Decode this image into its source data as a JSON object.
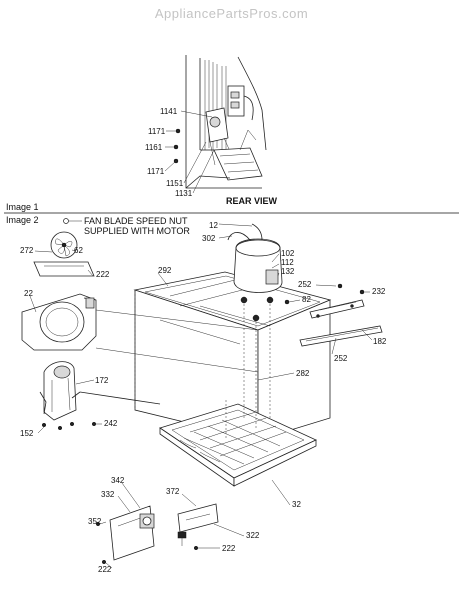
{
  "watermark": "AppliancePartsPros.com",
  "rear_view_label": "REAR VIEW",
  "image1_label": "Image 1",
  "image2_label": "Image 2",
  "note_line1": "FAN BLADE SPEED NUT",
  "note_line2": "SUPPLIED WITH MOTOR",
  "callouts": {
    "c1141": "1141",
    "c1171a": "1171",
    "c1161": "1161",
    "c1171b": "1171",
    "c1151": "1151",
    "c1131": "1131",
    "c12": "12",
    "c302": "302",
    "c102": "102",
    "c112": "112",
    "c132": "132",
    "c272": "272",
    "c62": "62",
    "c222a": "222",
    "c292": "292",
    "c252a": "252",
    "c232": "232",
    "c82": "82",
    "c22": "22",
    "c182": "182",
    "c252b": "252",
    "c172": "172",
    "c282": "282",
    "c242": "242",
    "c152": "152",
    "c342": "342",
    "c372": "372",
    "c332": "332",
    "c32": "32",
    "c352": "352",
    "c322": "322",
    "c222b": "222",
    "c222c": "222"
  }
}
